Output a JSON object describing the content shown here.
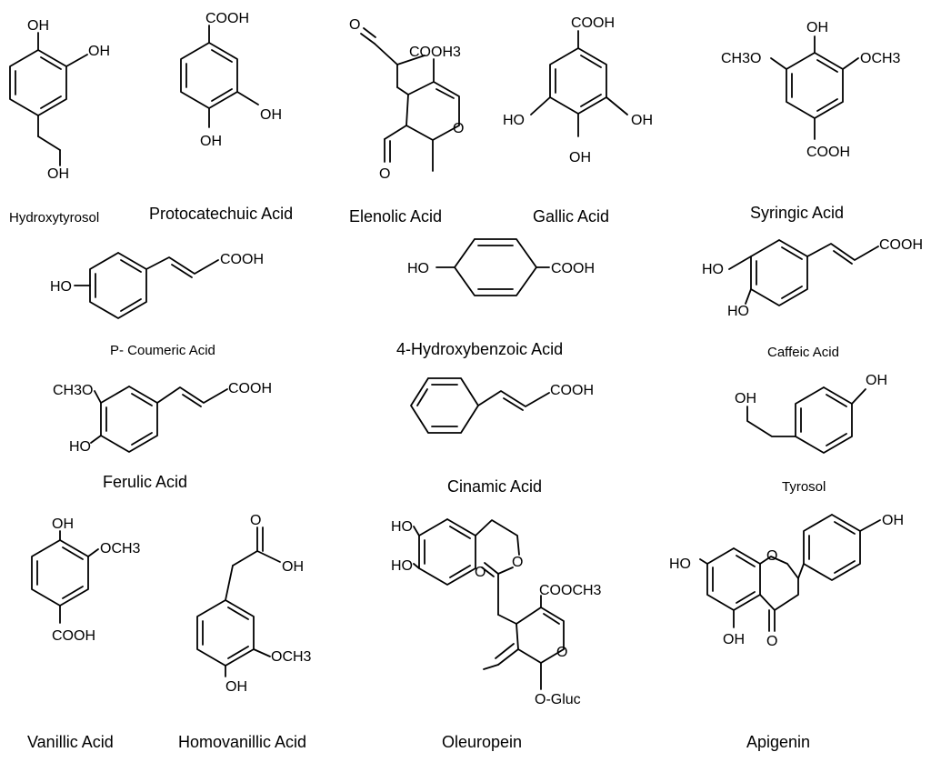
{
  "molecules": [
    {
      "name": "Hydroxytyrosol",
      "labels": [
        "OH",
        "OH",
        "OH"
      ]
    },
    {
      "name": "Protocatechuic Acid",
      "labels": [
        "COOH",
        "OH",
        "OH"
      ]
    },
    {
      "name": "Elenolic Acid",
      "labels": [
        "O",
        "COOH3",
        "O",
        "O"
      ]
    },
    {
      "name": "Gallic Acid",
      "labels": [
        "COOH",
        "HO",
        "OH",
        "OH"
      ]
    },
    {
      "name": "Syringic Acid",
      "labels": [
        "OH",
        "CH3O",
        "OCH3",
        "COOH"
      ]
    },
    {
      "name": "P- Coumeric Acid",
      "labels": [
        "HO",
        "COOH"
      ]
    },
    {
      "name": "4-Hydroxybenzoic Acid",
      "labels": [
        "HO",
        "COOH"
      ]
    },
    {
      "name": "Caffeic Acid",
      "labels": [
        "COOH",
        "HO",
        "HO"
      ]
    },
    {
      "name": "Ferulic Acid",
      "labels": [
        "CH3O",
        "COOH",
        "HO"
      ]
    },
    {
      "name": "Cinamic Acid",
      "labels": [
        "COOH"
      ]
    },
    {
      "name": "Tyrosol",
      "labels": [
        "OH",
        "OH"
      ]
    },
    {
      "name": "Vanillic Acid",
      "labels": [
        "OH",
        "OCH3",
        "COOH"
      ]
    },
    {
      "name": "Homovanillic Acid",
      "labels": [
        "O",
        "OH",
        "OCH3",
        "OH"
      ]
    },
    {
      "name": "Oleuropein",
      "labels": [
        "HO",
        "HO",
        "O",
        "O",
        "COOCH3",
        "O",
        "O-Gluc"
      ]
    },
    {
      "name": "Apigenin",
      "labels": [
        "OH",
        "HO",
        "O",
        "OH",
        "O"
      ]
    }
  ]
}
